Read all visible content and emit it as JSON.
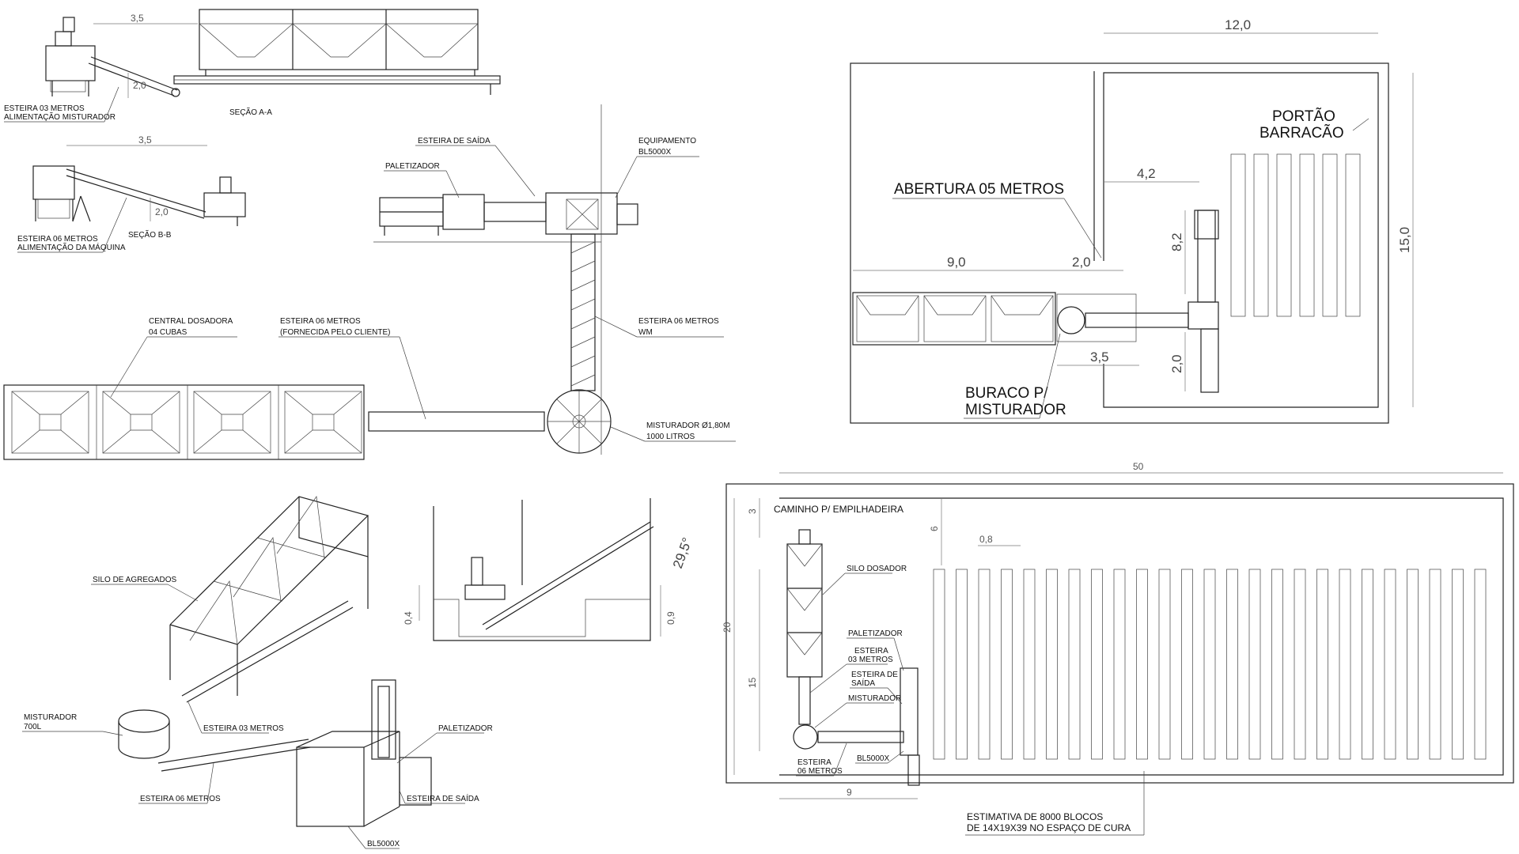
{
  "drawing": {
    "section_aa": {
      "title": "SEÇÃO A-A",
      "dim_top": "3,5",
      "dim_side": "2,0",
      "label_line1": "ESTEIRA 03 METROS",
      "label_line2": "ALIMENTAÇÃO MISTURADOR"
    },
    "section_bb": {
      "title": "SEÇÃO B-B",
      "dim_top": "3,5",
      "dim_side": "2,0",
      "label_line1": "ESTEIRA 06 METROS",
      "label_line2": "ALIMENTAÇÃO DA MÁQUINA"
    },
    "plan": {
      "esteira_saida": "ESTEIRA DE SAÍDA",
      "paletizador": "PALETIZADOR",
      "equipamento_line1": "EQUIPAMENTO",
      "equipamento_line2": "BL5000X",
      "central_line1": "CENTRAL DOSADORA",
      "central_line2": "04 CUBAS",
      "esteira06_line1": "ESTEIRA 06 METROS",
      "esteira06_line2": "(FORNECIDA PELO CLIENTE)",
      "esteira06wm_line1": "ESTEIRA 06 METROS",
      "esteira06wm_line2": "WM",
      "misturador_line1": "MISTURADOR Ø1,80M",
      "misturador_line2": "1000 LITROS"
    },
    "layout_top": {
      "dim_width": "12,0",
      "dim_height": "15,0",
      "dim_42": "4,2",
      "dim_82": "8,2",
      "dim_90": "9,0",
      "dim_20a": "2,0",
      "dim_35": "3,5",
      "dim_20b": "2,0",
      "portao_line1": "PORTÃO",
      "portao_line2": "BARRACÃO",
      "abertura": "ABERTURA 05 METROS",
      "buraco_line1": "BURACO P/",
      "buraco_line2": "MISTURADOR"
    },
    "iso": {
      "silo": "SILO DE AGREGADOS",
      "misturador_line1": "MISTURADOR",
      "misturador_line2": "700L",
      "esteira03": "ESTEIRA 03 METROS",
      "esteira06": "ESTEIRA 06 METROS",
      "paletizador": "PALETIZADOR",
      "esteira_saida": "ESTEIRA DE SAÍDA",
      "bl5000x": "BL5000X"
    },
    "pit": {
      "angle": "29,5°",
      "dim_04": "0,4",
      "dim_09": "0,9"
    },
    "layout_bottom": {
      "dim_50": "50",
      "dim_3": "3",
      "dim_6": "6",
      "dim_08": "0,8",
      "dim_20": "20",
      "dim_15": "15",
      "dim_9": "9",
      "caminho": "CAMINHO P/ EMPILHADEIRA",
      "silo_dosador": "SILO DOSADOR",
      "paletizador": "PALETIZADOR",
      "esteira03_line1": "ESTEIRA",
      "esteira03_line2": "03 METROS",
      "esteira_saida_line1": "ESTEIRA DE",
      "esteira_saida_line2": "SAÍDA",
      "misturador": "MISTURADOR",
      "esteira06_line1": "ESTEIRA",
      "esteira06_line2": "06 METROS",
      "bl5000x": "BL5000X",
      "estimativa_line1": "ESTIMATIVA DE 8000 BLOCOS",
      "estimativa_line2": "DE 14X19X39 NO ESPAÇO DE CURA"
    }
  }
}
